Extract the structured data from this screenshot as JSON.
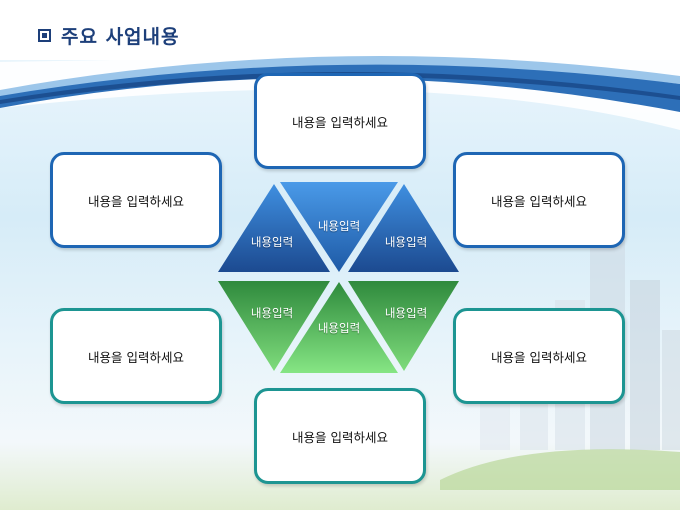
{
  "title": "주요 사업내용",
  "boxes": {
    "top": "내용을 입력하세요",
    "upper_left": "내용을 입력하세요",
    "upper_right": "내용을 입력하세요",
    "lower_left": "내용을 입력하세요",
    "lower_right": "내용을 입력하세요",
    "bottom": "내용을 입력하세요"
  },
  "hexagon": {
    "top_left": "내용입력",
    "top_middle": "내용입력",
    "top_right": "내용입력",
    "bottom_left": "내용입력",
    "bottom_middle": "내용입력",
    "bottom_right": "내용입력"
  },
  "colors": {
    "title": "#1d3f7a",
    "box_border_blue": "#1e66b4",
    "box_border_teal": "#1d9592",
    "hex_blue_dark": "#1e4f96",
    "hex_blue_light": "#3d8ee2",
    "hex_green_dark": "#2c8a3c",
    "hex_green_light": "#7fe07e"
  }
}
